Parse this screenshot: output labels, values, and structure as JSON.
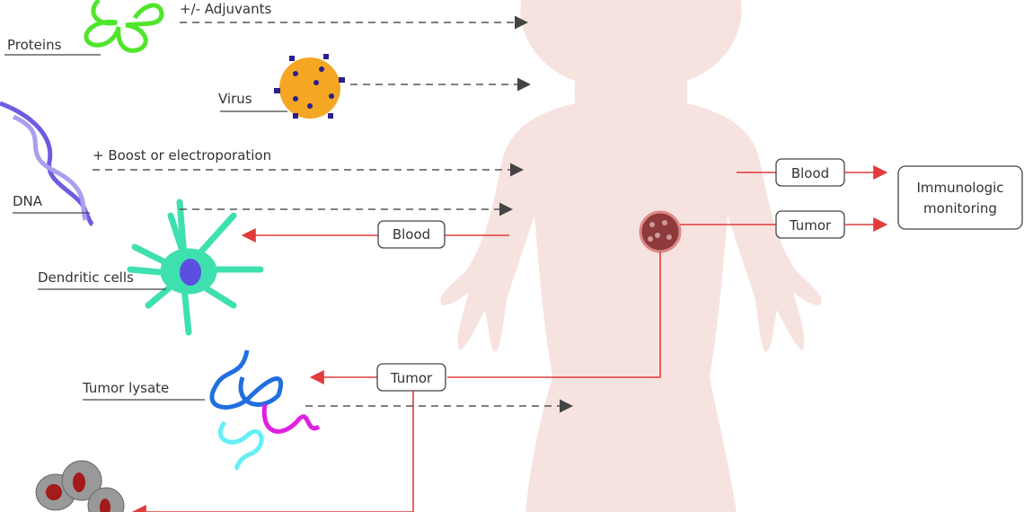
{
  "labels": {
    "adjuvants": "+/- Adjuvants",
    "proteins": "Proteins",
    "virus": "Virus",
    "boost": "+ Boost or electroporation",
    "dna": "DNA",
    "dendritic_cells": "Dendritic cells",
    "tumor_lysate": "Tumor lysate",
    "blood_left": "Blood",
    "tumor_left": "Tumor",
    "blood_right": "Blood",
    "tumor_right": "Tumor",
    "immunologic_1": "Immunologic",
    "immunologic_2": "monitoring"
  },
  "colors": {
    "body": "#f6e3e0",
    "arrow_red": "#e23b3b",
    "protein_green": "#4ee62a",
    "virus_orange": "#f5a623",
    "virus_spikes": "#2a1f8f",
    "dna": "#6b5ce0",
    "dendritic": "#3fe0b0",
    "tumor_cell": "#a31b1b"
  }
}
